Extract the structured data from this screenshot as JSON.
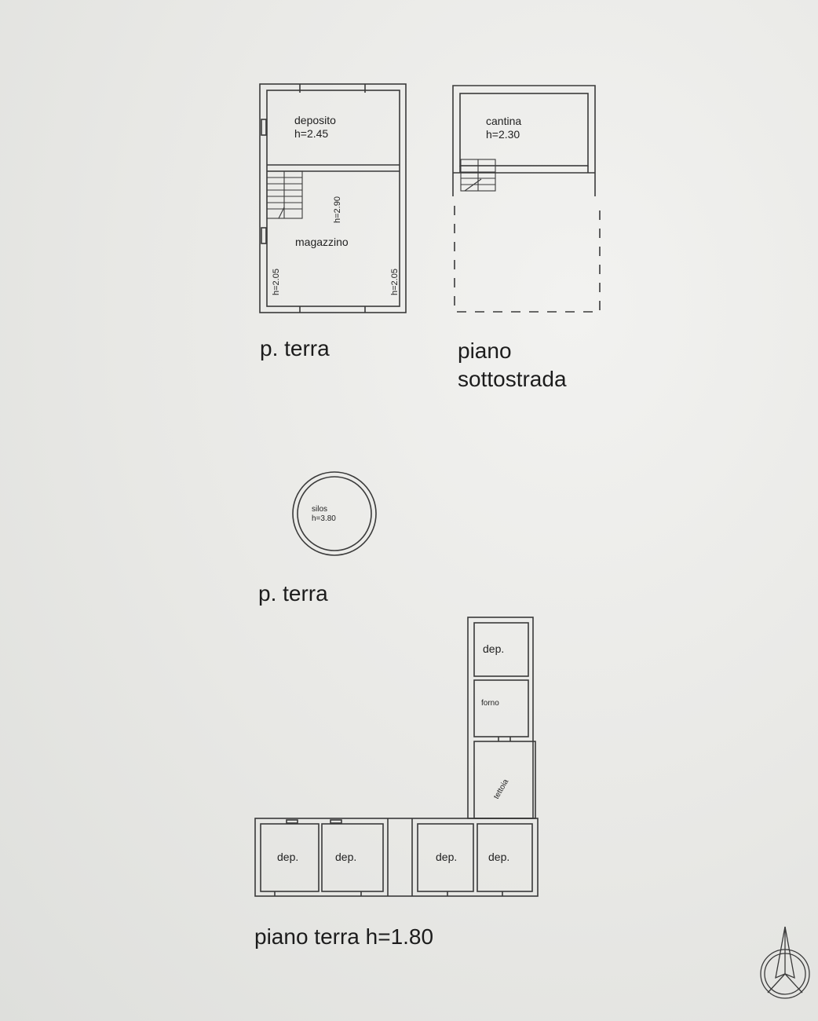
{
  "plans": {
    "ground_floor_1": {
      "caption": "p. terra",
      "rooms": {
        "deposito": {
          "name": "deposito",
          "height": "h=2.45"
        },
        "magazzino": {
          "name": "magazzino",
          "height_center": "h=2.90",
          "height_left": "h=2.05",
          "height_right": "h=2.05"
        }
      }
    },
    "basement": {
      "caption_line1": "piano",
      "caption_line2": "sottostrada",
      "rooms": {
        "cantina": {
          "name": "cantina",
          "height": "h=2.30"
        }
      }
    },
    "silo": {
      "caption": "p. terra",
      "name": "silos",
      "height": "h=3.80"
    },
    "ground_floor_2": {
      "caption": "piano terra h=1.80",
      "rooms": {
        "dep_top": "dep.",
        "forno": "forno",
        "tettoia": "tettoia",
        "dep_1": "dep.",
        "dep_2": "dep.",
        "dep_3": "dep.",
        "dep_4": "dep."
      }
    }
  },
  "colors": {
    "ink": "#3a3a3a",
    "paper": "#ececea"
  },
  "icons": [
    "north-arrow-icon"
  ]
}
